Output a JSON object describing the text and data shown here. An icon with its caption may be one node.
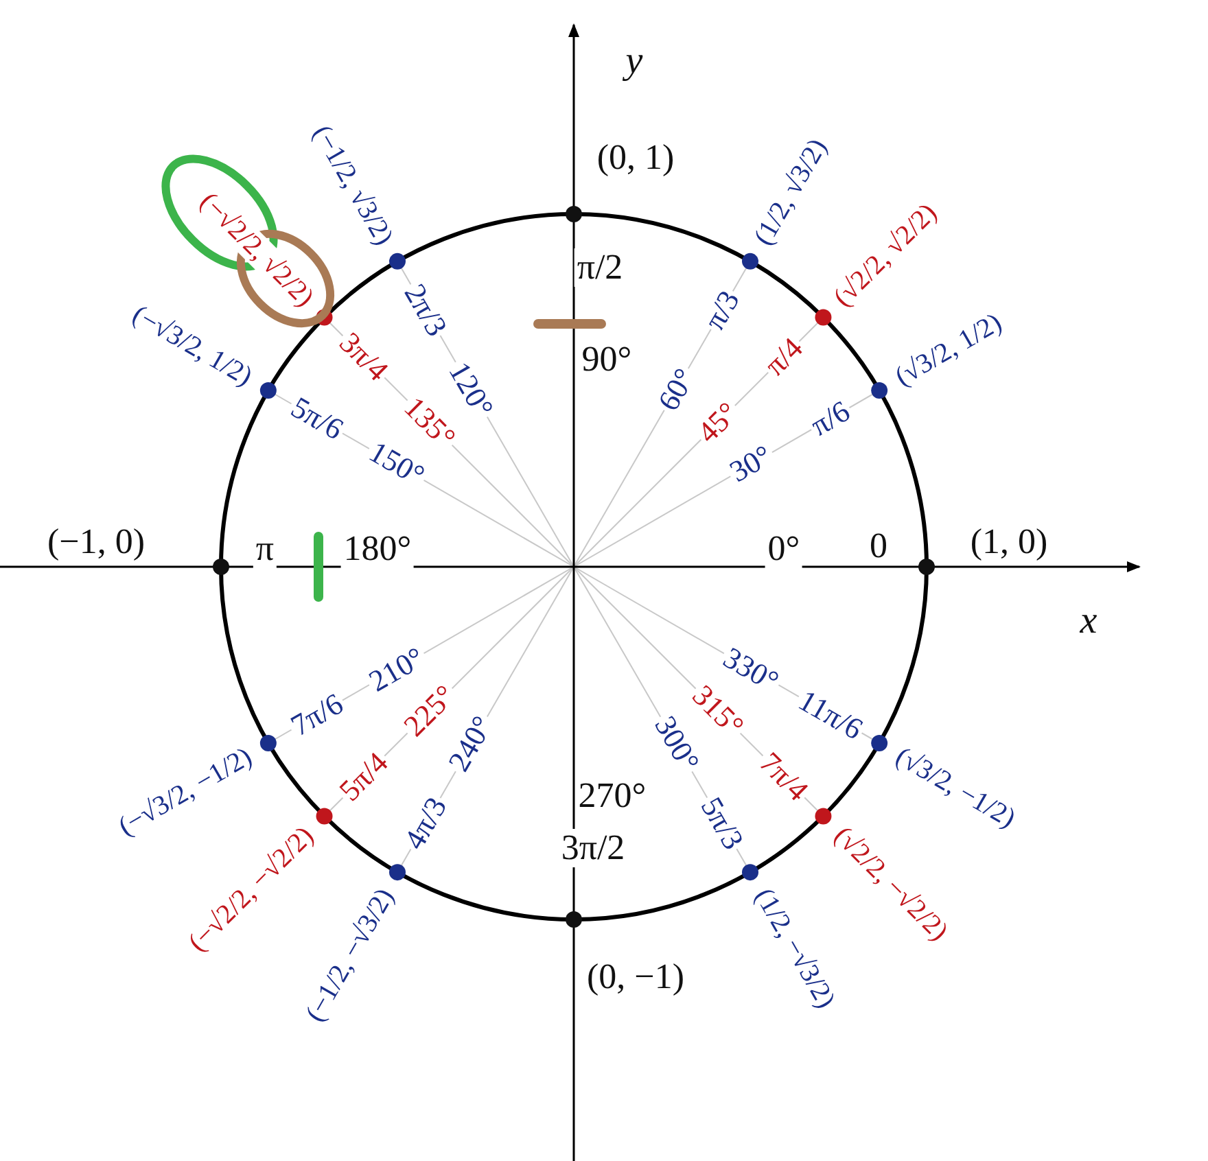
{
  "diagram": {
    "nodes": [
      {
        "text": [],
        "shape": "circle"
      },
      {
        "text": [],
        "shape": "circle"
      },
      {
        "text": [],
        "shape": "bar"
      },
      {
        "text": [],
        "shape": "bar"
      }
    ],
    "labels": [
      "(1, 0)",
      "0",
      "0°",
      "(√3/2, 1/2)",
      "π/6",
      "30°",
      "(√2/2, √2/2)",
      "π/4",
      "45°",
      "(1/2, √3/2)",
      "π/3",
      "60°",
      "(0, 1)",
      "π/2",
      "90°",
      "(−1/2, √3/2)",
      "2π/3",
      "120°",
      "(−√2/2, √2/2)",
      "3π/4",
      "135°",
      "(−√3/2, 1/2)",
      "5π/6",
      "150°",
      "(−1, 0)",
      "π",
      "180°",
      "(−√3/2, −1/2)",
      "7π/6",
      "210°",
      "(−√2/2, −√2/2)",
      "5π/4",
      "225°",
      "(−1/2, −√3/2)",
      "4π/3",
      "240°",
      "(0, −1)",
      "3π/2",
      "270°",
      "(1/2, −√3/2)",
      "5π/3",
      "300°",
      "(√2/2, −√2/2)",
      "7π/4",
      "315°",
      "(√3/2, −1/2)",
      "11π/6",
      "330°",
      "x",
      "y"
    ]
  }
}
